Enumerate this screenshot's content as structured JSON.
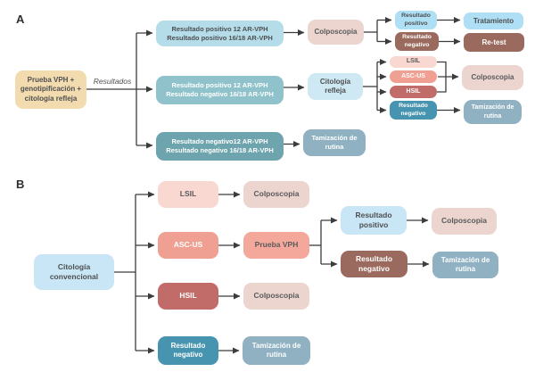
{
  "a": {
    "label": "A",
    "resultados": "Resultados",
    "root": "Prueba VPH +\ngenotipificación +\ncitología refleja",
    "box_pos_pos": "Resultado positivo 12 AR-VPH\nResultado positivo 16/18 AR-VPH",
    "box_pos_neg": "Resultado positivo 12 AR-VPH\nResultado negativo 16/18 AR-VPH",
    "box_neg_neg": "Resultado negativo12 AR-VPH\nResultado negativo 16/18 AR-VPH",
    "colposcopia1": "Colposcopia",
    "citologia_refleja": "Citología\nrefleja",
    "resultado_positivo": "Resultado\npositivo",
    "resultado_negativo": "Resultado\nnegativo",
    "tratamiento": "Tratamiento",
    "retest": "Re-test",
    "lsil": "LSIL",
    "ascus": "ASC-US",
    "hsil": "HSIL",
    "resultado_negativo2": "Resultado\nnegativo",
    "colposcopia2": "Colposcopia",
    "tamizacion_rutina1": "Tamización de\nrutina",
    "tamizacion_rutina2": "Tamización de\nrutina"
  },
  "b": {
    "label": "B",
    "root": "Citología\nconvencional",
    "lsil": "LSIL",
    "ascus": "ASC-US",
    "hsil": "HSIL",
    "resultado_negativo": "Resultado\nnegativo",
    "colposcopia1": "Colposcopia",
    "prueba_vph": "Prueba VPH",
    "colposcopia2": "Colposcopia",
    "tamizacion_rutina1": "Tamización de\nrutina",
    "resultado_positivo": "Resultado\npositivo",
    "resultado_negativo2": "Resultado\nnegativo",
    "colposcopia3": "Colposcopia",
    "tamizacion_rutina2": "Tamización de\nrutina"
  },
  "palette": {
    "beige": "#f2dbae",
    "light_blue": "#b5dde9",
    "teal_mid": "#8fc2ca",
    "teal_dark": "#6da4ad",
    "pink": "#ecd5cf",
    "sky_blue": "#aedff4",
    "brown": "#9b6a5e",
    "light_pink": "#f8d8d1",
    "salmon": "#f0a093",
    "brick": "#c16c68",
    "teal_blue": "#4694b0",
    "blue_gray": "#8fb1c2",
    "line": "#3c3c3d"
  }
}
